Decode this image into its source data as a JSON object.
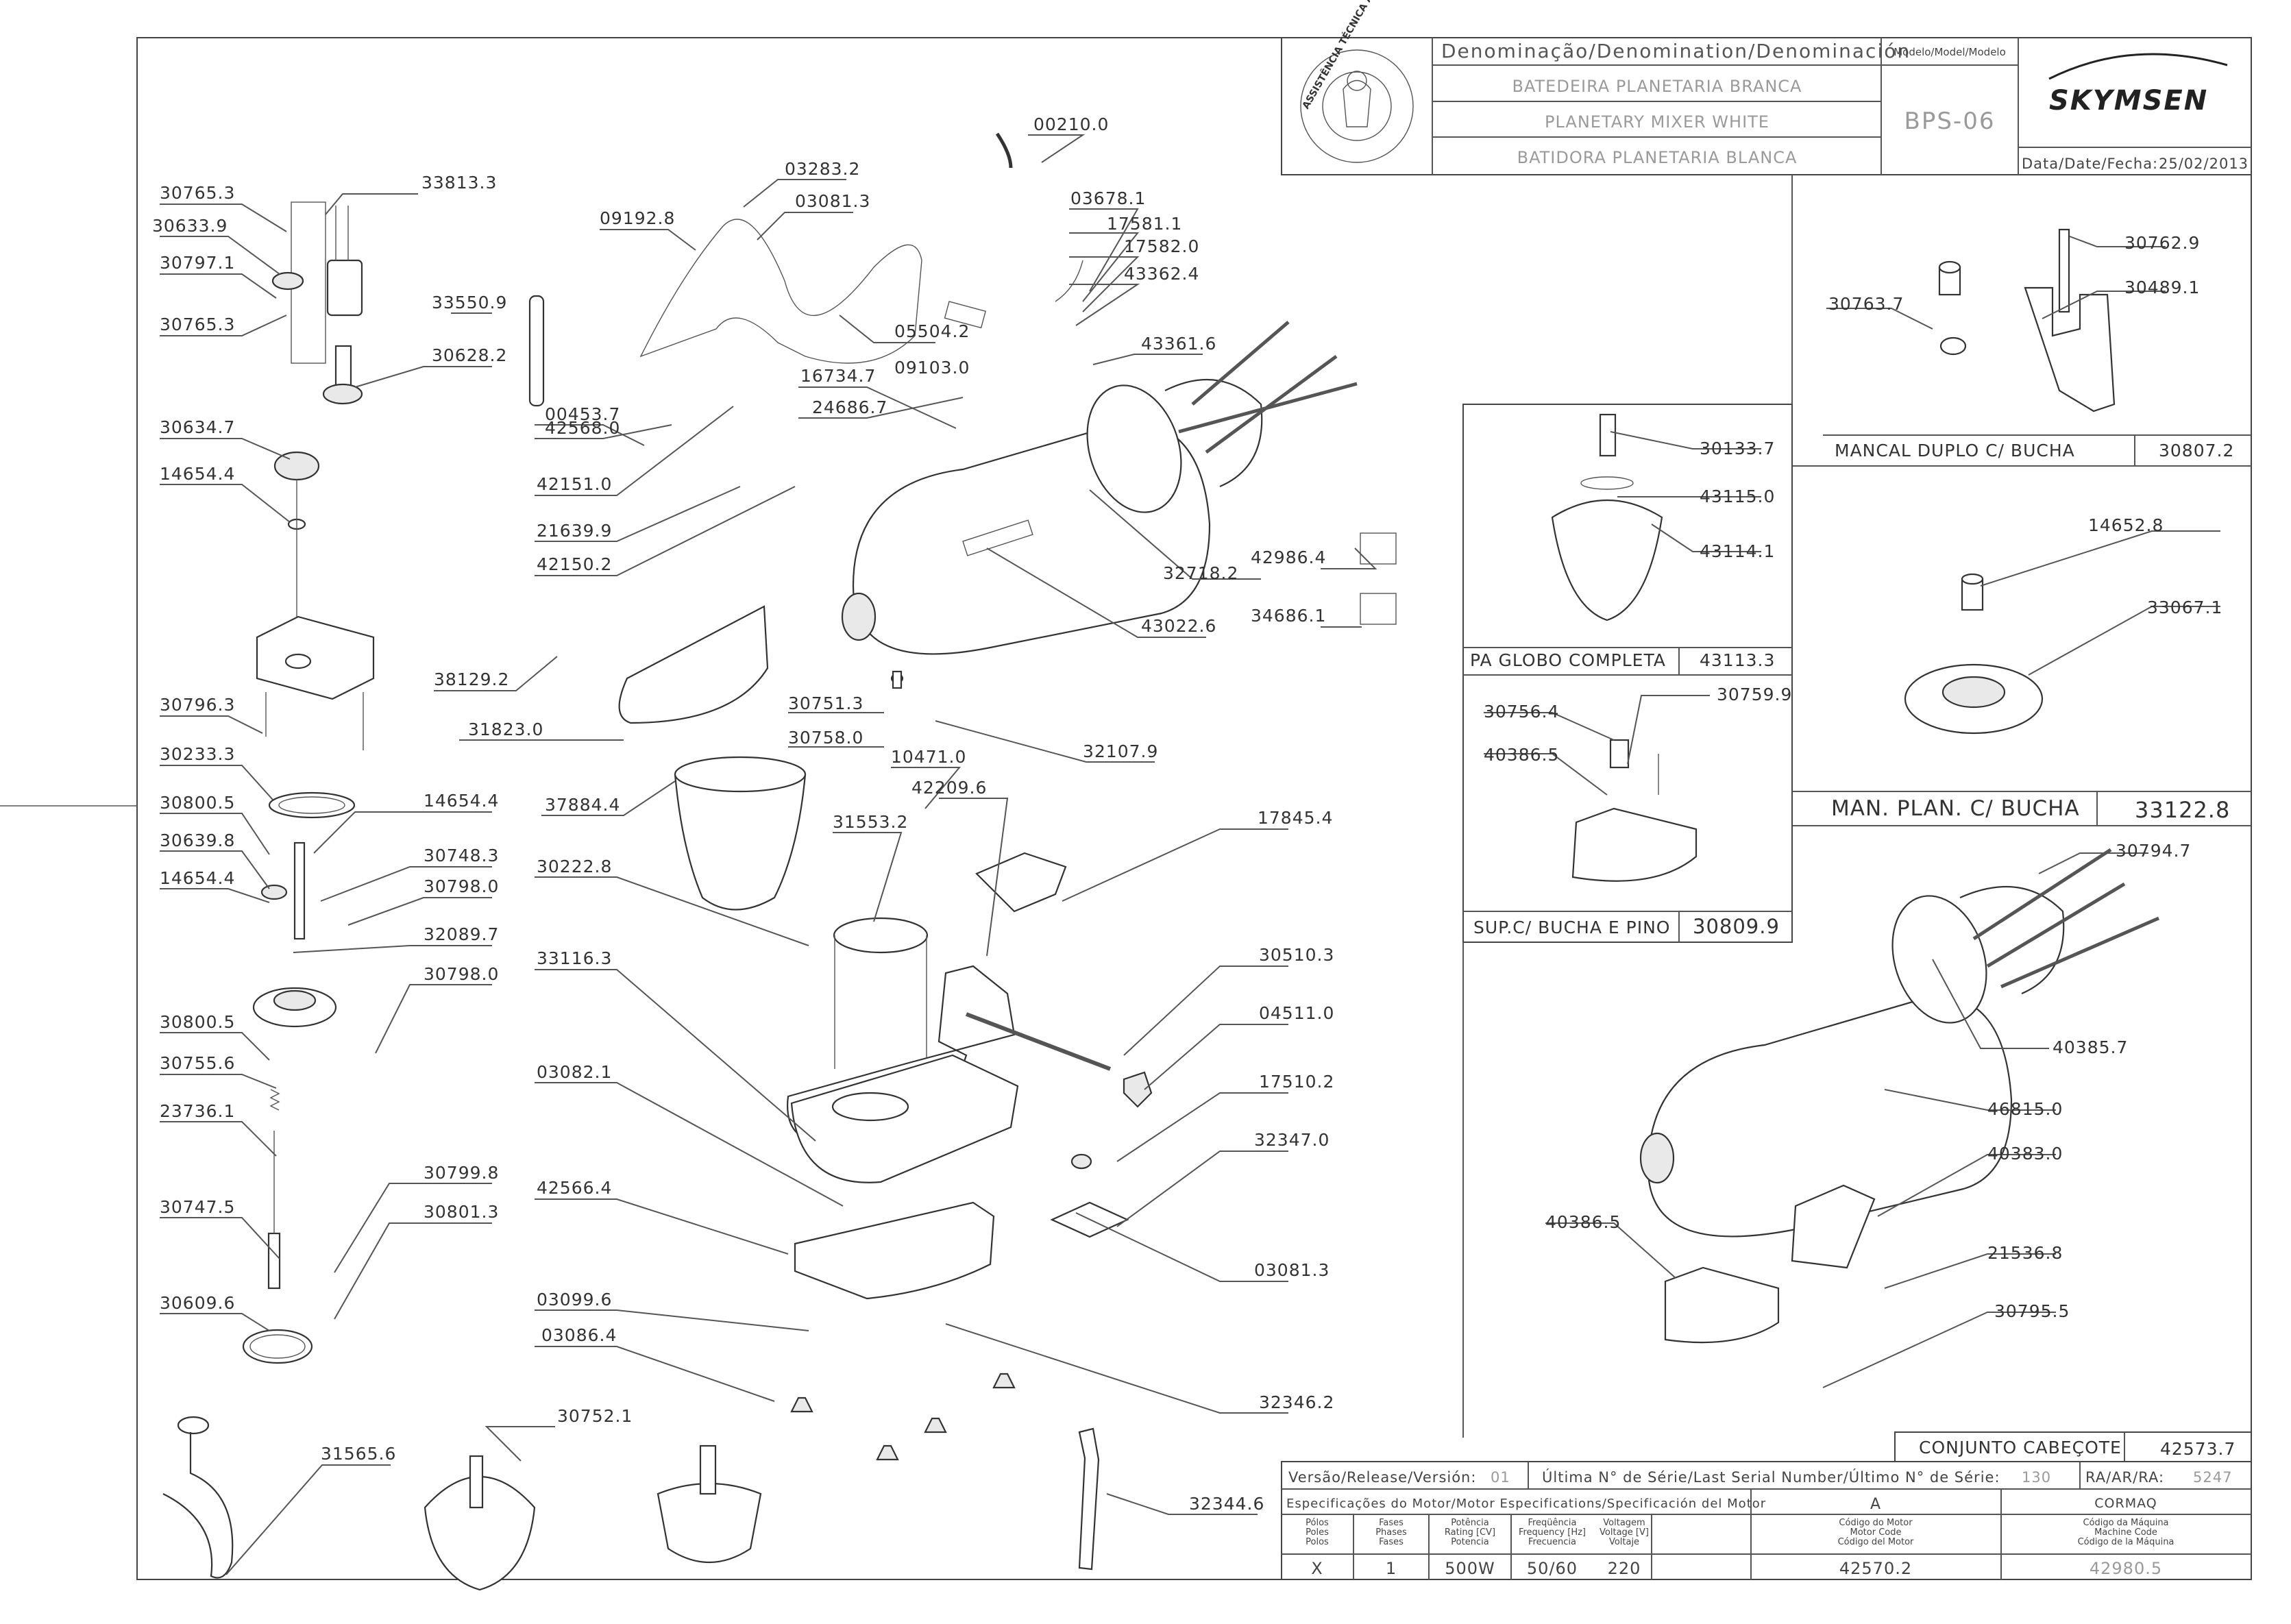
{
  "title_block": {
    "denomination_header": "Denominação/Denomination/Denominación",
    "model_header": "Modelo/Model/Modelo",
    "name_pt": "BATEDEIRA PLANETARIA BRANCA",
    "name_en": "PLANETARY MIXER WHITE",
    "name_es": "BATIDORA PLANETARIA BLANCA",
    "model": "BPS-06",
    "brand": "SKYMSEN",
    "seal_text": "ASSISTÊNCIA TÉCNICA AUTORIZADA",
    "date_label": "Data/Date/Fecha:",
    "date": "25/02/2013"
  },
  "subassemblies": [
    {
      "name": "MANCAL DUPLO C/ BUCHA",
      "code": "30807.2"
    },
    {
      "name": "PA GLOBO COMPLETA",
      "code": "43113.3"
    },
    {
      "name": "SUP.C/ BUCHA E PINO",
      "code": "30809.9"
    },
    {
      "name": "MAN. PLAN. C/ BUCHA",
      "code": "33122.8"
    },
    {
      "name": "CONJUNTO CABEÇOTE",
      "code": "42573.7"
    }
  ],
  "footer": {
    "version_label": "Versão/Release/Versión:",
    "version": "01",
    "serial_label": "Última N° de Série/Last Serial Number/Último N° de Série:",
    "serial": "130",
    "ra_label": "RA/AR/RA:",
    "ra": "5247",
    "motor_spec_label": "Especificações do Motor/Motor Especifications/Specificación del Motor",
    "col_a": "A",
    "col_cormaq": "CORMAQ",
    "headers": [
      "Pólos\nPoles\nPolos",
      "Fases\nPhases\nFases",
      "Potência\nRating [CV]\nPotencia",
      "Freqüência\nFrequency [Hz]\nFrecuencia",
      "Voltagem\nVoltage [V]\nVoltaje",
      "Código do Motor\nMotor Code\nCódigo del Motor",
      "Código da Máquina\nMachine Code\nCódigo de la Máquina"
    ],
    "values": [
      "X",
      "1",
      "500W",
      "50/60",
      "220",
      "42570.2",
      "42980.5"
    ]
  },
  "part_labels": [
    "30765.3",
    "33813.3",
    "30633.9",
    "30797.1",
    "30765.3",
    "30628.2",
    "33550.9",
    "30634.7",
    "14654.4",
    "30796.3",
    "30233.3",
    "14654.4",
    "30800.5",
    "30639.8",
    "30748.3",
    "14654.4",
    "30798.0",
    "32089.7",
    "30798.0",
    "30800.5",
    "30755.6",
    "23736.1",
    "30799.8",
    "30747.5",
    "30801.3",
    "30609.6",
    "31565.6",
    "30752.1",
    "32344.6",
    "00210.0",
    "03283.2",
    "03081.3",
    "09192.8",
    "03678.1",
    "17581.1",
    "17582.0",
    "43362.4",
    "05504.2",
    "43361.6",
    "09103.0",
    "16734.7",
    "24686.7",
    "00453.7",
    "42568.0",
    "42151.0",
    "21639.9",
    "42150.2",
    "32718.2",
    "42986.4",
    "43022.6",
    "34686.1",
    "38129.2",
    "31823.0",
    "30751.3",
    "30758.0",
    "32107.9",
    "10471.0",
    "42209.6",
    "37884.4",
    "31553.2",
    "17845.4",
    "30222.8",
    "33116.3",
    "30510.3",
    "04511.0",
    "03082.1",
    "17510.2",
    "32347.0",
    "42566.4",
    "03081.3",
    "03099.6",
    "03086.4",
    "32346.2",
    "30762.9",
    "30763.7",
    "30489.1",
    "30133.7",
    "43115.0",
    "43114.1",
    "14652.8",
    "33067.1",
    "30756.4",
    "30759.9",
    "40386.5",
    "30794.7",
    "40385.7",
    "46815.0",
    "40383.0",
    "40386.5",
    "21536.8",
    "30795.5"
  ]
}
